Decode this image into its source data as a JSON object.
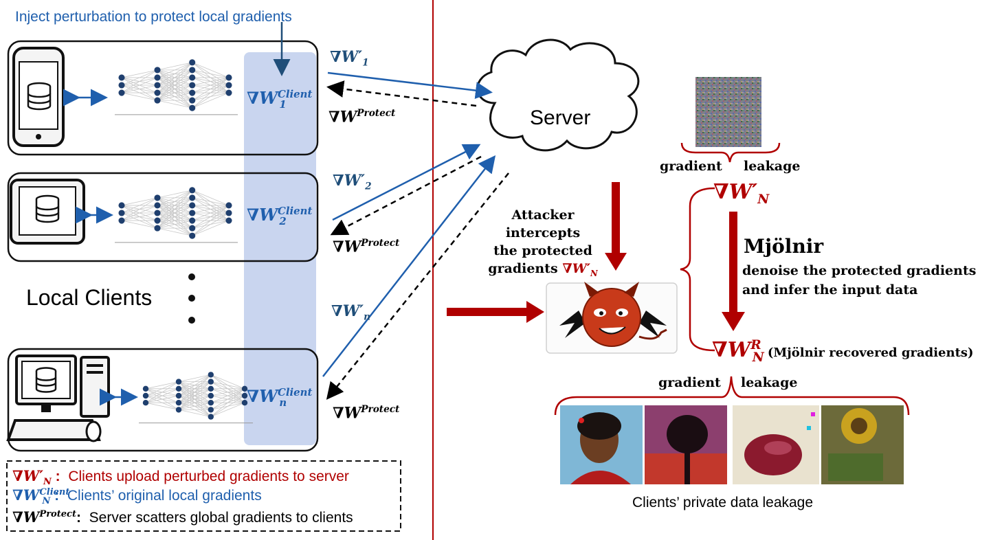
{
  "top_note": "Inject perturbation to protect local gradients",
  "local_clients_label": "Local Clients",
  "server_label": "Server",
  "client_gradients": [
    {
      "symbol": "∇W",
      "sub": "1",
      "sup": "Client"
    },
    {
      "symbol": "∇W",
      "sub": "2",
      "sup": "Client"
    },
    {
      "symbol": "∇W",
      "sub": "n",
      "sup": "Client"
    }
  ],
  "upload_gradients": [
    {
      "symbol": "∇W′",
      "sub": "1"
    },
    {
      "symbol": "∇W′",
      "sub": "2"
    },
    {
      "symbol": "∇W′",
      "sub": "n"
    }
  ],
  "protect_label": {
    "symbol": "∇W",
    "sup": "Protect"
  },
  "attacker_text": [
    "Attacker",
    "intercepts",
    "the protected",
    "gradients"
  ],
  "attacker_grad": {
    "symbol": "∇W′",
    "sub": "N"
  },
  "top_leak": {
    "left": "gradient",
    "right": "leakage"
  },
  "bottom_leak": {
    "left": "gradient",
    "right": "leakage"
  },
  "perturbed_grad": {
    "symbol": "∇W′",
    "sub": "N"
  },
  "mjolnir": {
    "title": "Mjölnir",
    "desc_line1": "denoise the protected gradients",
    "desc_line2": "and infer the input data"
  },
  "recovered_grad": {
    "symbol": "∇W",
    "sub": "N",
    "sup": "R",
    "note": "(Mjölnir recovered gradients)"
  },
  "leakage_caption": "Clients’ private data leakage",
  "legend": [
    {
      "symbol": "∇W′",
      "sub": "N",
      "sep": " :",
      "text": "Clients upload perturbed gradients to server",
      "color": "#b00000"
    },
    {
      "symbol": "∇W",
      "sub": "N",
      "sup": "Client",
      "sep": " :",
      "text": "Clients’ original local gradients",
      "color": "#1f5fad"
    },
    {
      "symbol": "∇W",
      "sup": "Protect",
      "sep": ":",
      "text": "Server scatters global gradients to clients",
      "color": "#000000"
    }
  ],
  "colors": {
    "accent_red": "#b00000",
    "accent_blue": "#1f5fad",
    "node_blue": "#1f3f6e",
    "band": "#c9d5ef"
  },
  "icons": [
    "smartphone-icon",
    "tablet-icon",
    "desktop-computer-icon",
    "database-icon",
    "neural-network-icon",
    "cloud-icon",
    "devil-icon"
  ]
}
